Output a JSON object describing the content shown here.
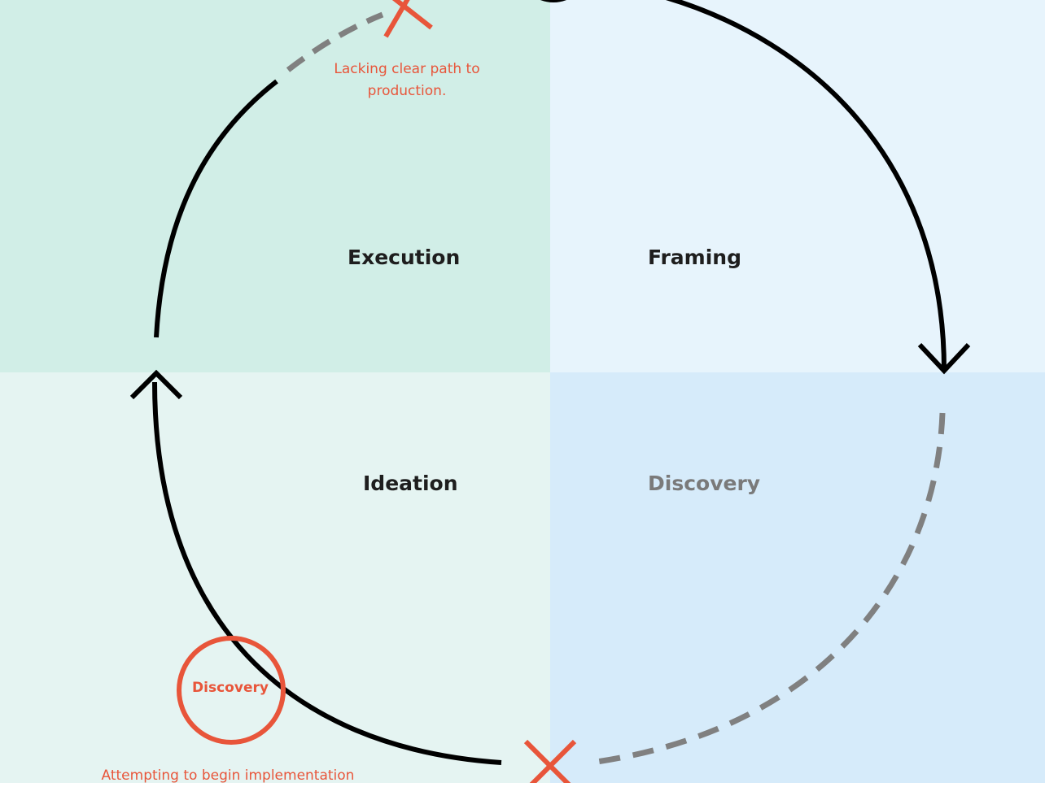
{
  "quadrants": {
    "execution": "Execution",
    "framing": "Framing",
    "ideation": "Ideation",
    "discovery": "Discovery"
  },
  "annotations": {
    "top_blocker": "Lacking clear path to production.",
    "bottom_blocker": "Attempting to begin implementation",
    "discovery_bubble": "Discovery"
  },
  "colors": {
    "execution_bg": "#d1eee7",
    "framing_bg": "#e7f4fc",
    "ideation_bg": "#e5f4f2",
    "discovery_bg": "#d6ebfa",
    "cycle_line": "#000000",
    "broken_line": "#808080",
    "blocker": "#e8553a"
  },
  "icons": [
    "cross-icon",
    "arrowhead-icon"
  ]
}
